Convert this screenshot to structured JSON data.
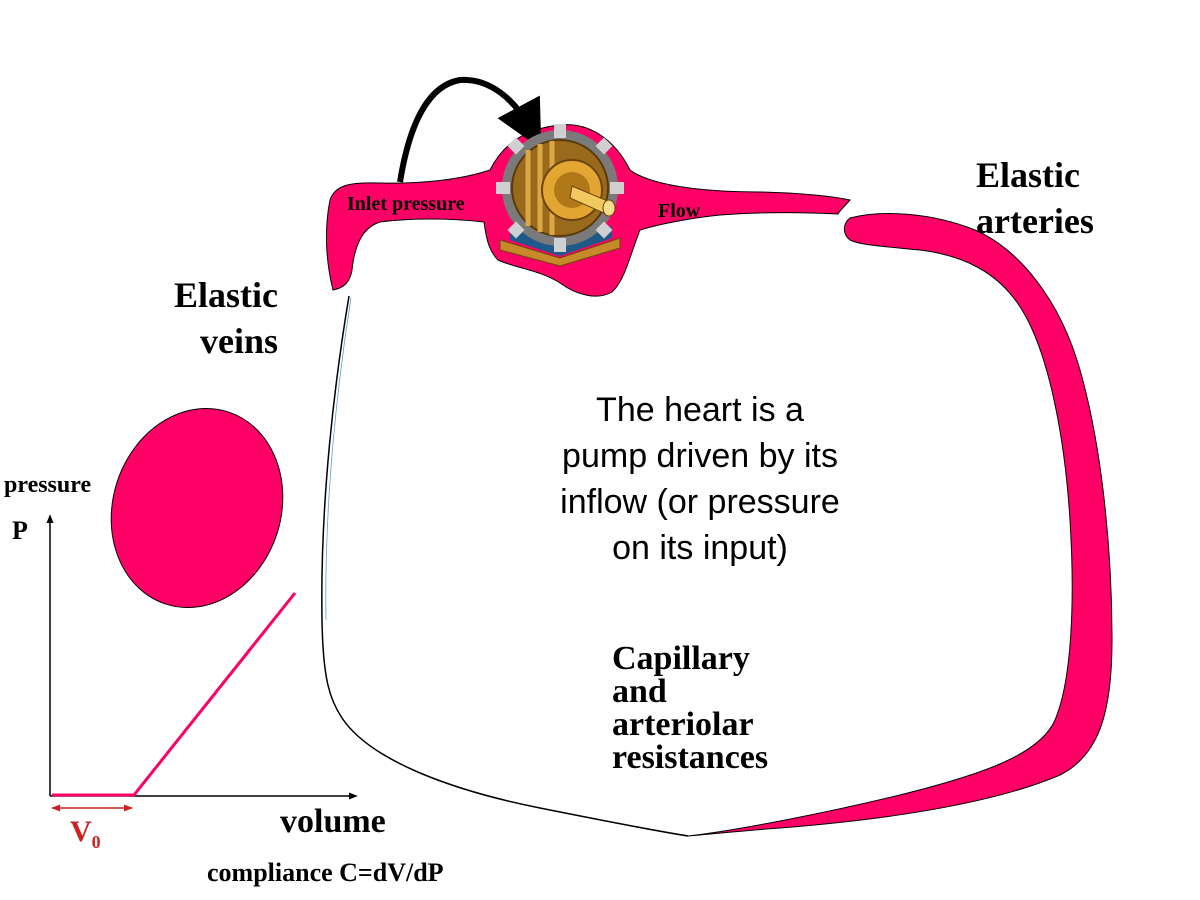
{
  "labels": {
    "inlet_pressure": "Inlet pressure",
    "flow": "Flow",
    "elastic_arteries": [
      "Elastic",
      "arteries"
    ],
    "elastic_veins": [
      "Elastic",
      "veins"
    ],
    "heart_description": [
      "The heart is a",
      "pump driven by its",
      "inflow (or pressure",
      "on its input)"
    ],
    "capillary": [
      "Capillary",
      "and",
      "arteriolar",
      "resistances"
    ],
    "pressure": "pressure",
    "p_axis": "P",
    "volume": "volume",
    "v0_main": "V",
    "v0_sub": "0",
    "compliance": "compliance C=dV/dP"
  },
  "colors": {
    "vessel": "#ff0066",
    "v0_marker": "#cc2222",
    "axis": "#000000"
  },
  "icons": {
    "pump": "motor-pump-icon"
  }
}
